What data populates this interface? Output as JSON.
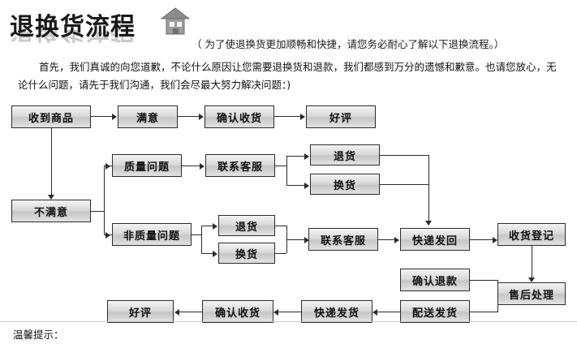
{
  "header": {
    "title": "退换货流程",
    "icon": "house-icon",
    "note": "（ 为了使退换货更加顺畅和快捷，请您务必耐心了解以下退换流程。）"
  },
  "intro": {
    "line1": "首先，我们真诚的向您道歉，不论什么原因让您需要退换货和退款，我们都感到万分的遗憾和歉意。也请您放心，无",
    "line2": "论什么问题，请先于我们沟通，我们会尽最大努力解决问题：)"
  },
  "nodes": {
    "received": "收到商品",
    "satisfied": "满意",
    "confirm_receipt_top": "确认收货",
    "good_review_top": "好评",
    "unsatisfied": "不满意",
    "quality_issue": "质量问题",
    "contact_service_1": "联系客服",
    "return_goods_1": "退货",
    "exchange_goods_1": "换货",
    "non_quality_issue": "非质量问题",
    "return_goods_2": "退货",
    "exchange_goods_2": "换货",
    "contact_service_2": "联系客服",
    "express_send_back": "快递发回",
    "receive_register": "收货登记",
    "confirm_refund": "确认退款",
    "after_sale_process": "售后处理",
    "dispatch_goods": "配送发货",
    "express_ship": "快递发货",
    "confirm_receipt_bottom": "确认收货",
    "good_review_bottom": "好评"
  },
  "footer": {
    "note": "温馨提示："
  },
  "colors": {
    "box_border": "#2b2b2b",
    "box_fill_light": "#f3f3f3",
    "box_fill_dark": "#c6c6c6",
    "text": "#111111",
    "rule": "#c9c9c9"
  }
}
